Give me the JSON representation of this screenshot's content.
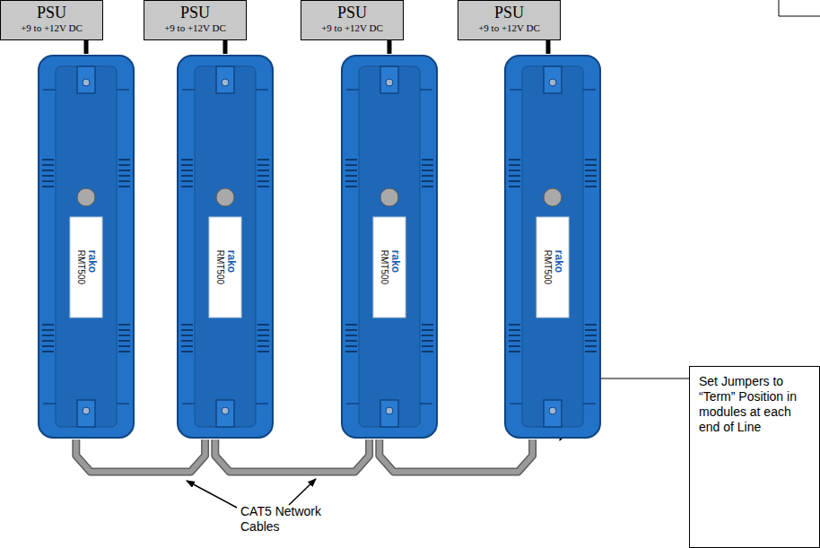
{
  "diagram": {
    "nodes": [
      {
        "text": [
          "PSU",
          "+9 to +12V DC"
        ]
      },
      {
        "text": [
          "PSU",
          "+9 to +12V DC"
        ]
      },
      {
        "text": [
          "PSU",
          "+9 to +12V DC"
        ]
      },
      {
        "text": [
          "PSU",
          "+9 to +12V DC"
        ]
      },
      {
        "text": [
          "rako",
          "RMT500"
        ]
      },
      {
        "text": [
          "rako",
          "RMT500"
        ]
      },
      {
        "text": [
          "rako",
          "RMT500"
        ]
      },
      {
        "text": [
          "rako",
          "RMT500"
        ]
      },
      {
        "text": [
          "Set Jumpers to “Term” Position in modules at each end of Line"
        ]
      }
    ],
    "edges": [
      {
        "from": 0,
        "to": 4,
        "arrow": "none"
      },
      {
        "from": 1,
        "to": 5,
        "arrow": "none"
      },
      {
        "from": 2,
        "to": 6,
        "arrow": "none"
      },
      {
        "from": 3,
        "to": 7,
        "arrow": "none"
      },
      {
        "from": 4,
        "to": 5,
        "arrow": "none"
      },
      {
        "from": 5,
        "to": 6,
        "arrow": "none"
      },
      {
        "from": 6,
        "to": 7,
        "arrow": "none"
      },
      {
        "from": 8,
        "to": 7,
        "arrow": "to"
      }
    ],
    "labels": [
      "CAT5 Network Cables"
    ]
  }
}
